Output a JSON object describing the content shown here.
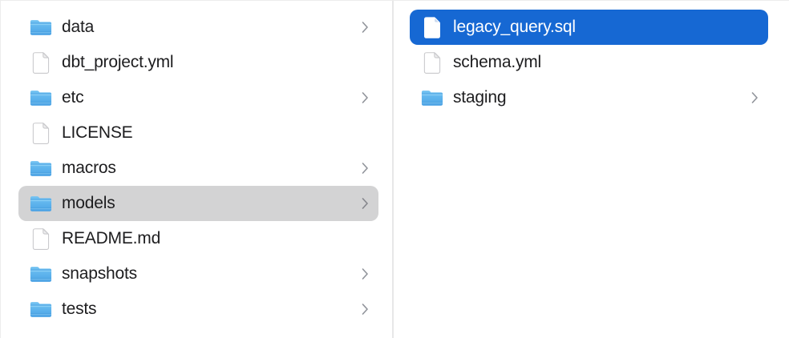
{
  "colors": {
    "selection_active_blue": "#1668d3",
    "selection_inactive_gray": "#d3d3d4",
    "text": "#1d1d1f",
    "text_selected": "#ffffff",
    "chevron_gray": "#90939a",
    "column_divider": "#e7e7e8",
    "background": "#ffffff",
    "folder_blue_top": "#73c3f2",
    "folder_blue_bottom": "#4ba2e4"
  },
  "icons": {
    "folder": "folder-icon",
    "file": "file-icon",
    "disclosure": "chevron-right-icon",
    "disclosure_glyph": "›"
  },
  "columns": [
    {
      "items": [
        {
          "label": "data",
          "type": "folder",
          "has_chevron": true,
          "selected": false,
          "selection_style": ""
        },
        {
          "label": "dbt_project.yml",
          "type": "file",
          "has_chevron": false,
          "selected": false,
          "selection_style": ""
        },
        {
          "label": "etc",
          "type": "folder",
          "has_chevron": true,
          "selected": false,
          "selection_style": ""
        },
        {
          "label": "LICENSE",
          "type": "file",
          "has_chevron": false,
          "selected": false,
          "selection_style": ""
        },
        {
          "label": "macros",
          "type": "folder",
          "has_chevron": true,
          "selected": false,
          "selection_style": ""
        },
        {
          "label": "models",
          "type": "folder",
          "has_chevron": true,
          "selected": true,
          "selection_style": "inactive-gray"
        },
        {
          "label": "README.md",
          "type": "file",
          "has_chevron": false,
          "selected": false,
          "selection_style": ""
        },
        {
          "label": "snapshots",
          "type": "folder",
          "has_chevron": true,
          "selected": false,
          "selection_style": ""
        },
        {
          "label": "tests",
          "type": "folder",
          "has_chevron": true,
          "selected": false,
          "selection_style": ""
        }
      ]
    },
    {
      "items": [
        {
          "label": "legacy_query.sql",
          "type": "file",
          "has_chevron": false,
          "selected": true,
          "selection_style": "active-blue"
        },
        {
          "label": "schema.yml",
          "type": "file",
          "has_chevron": false,
          "selected": false,
          "selection_style": ""
        },
        {
          "label": "staging",
          "type": "folder",
          "has_chevron": true,
          "selected": false,
          "selection_style": ""
        }
      ]
    }
  ]
}
